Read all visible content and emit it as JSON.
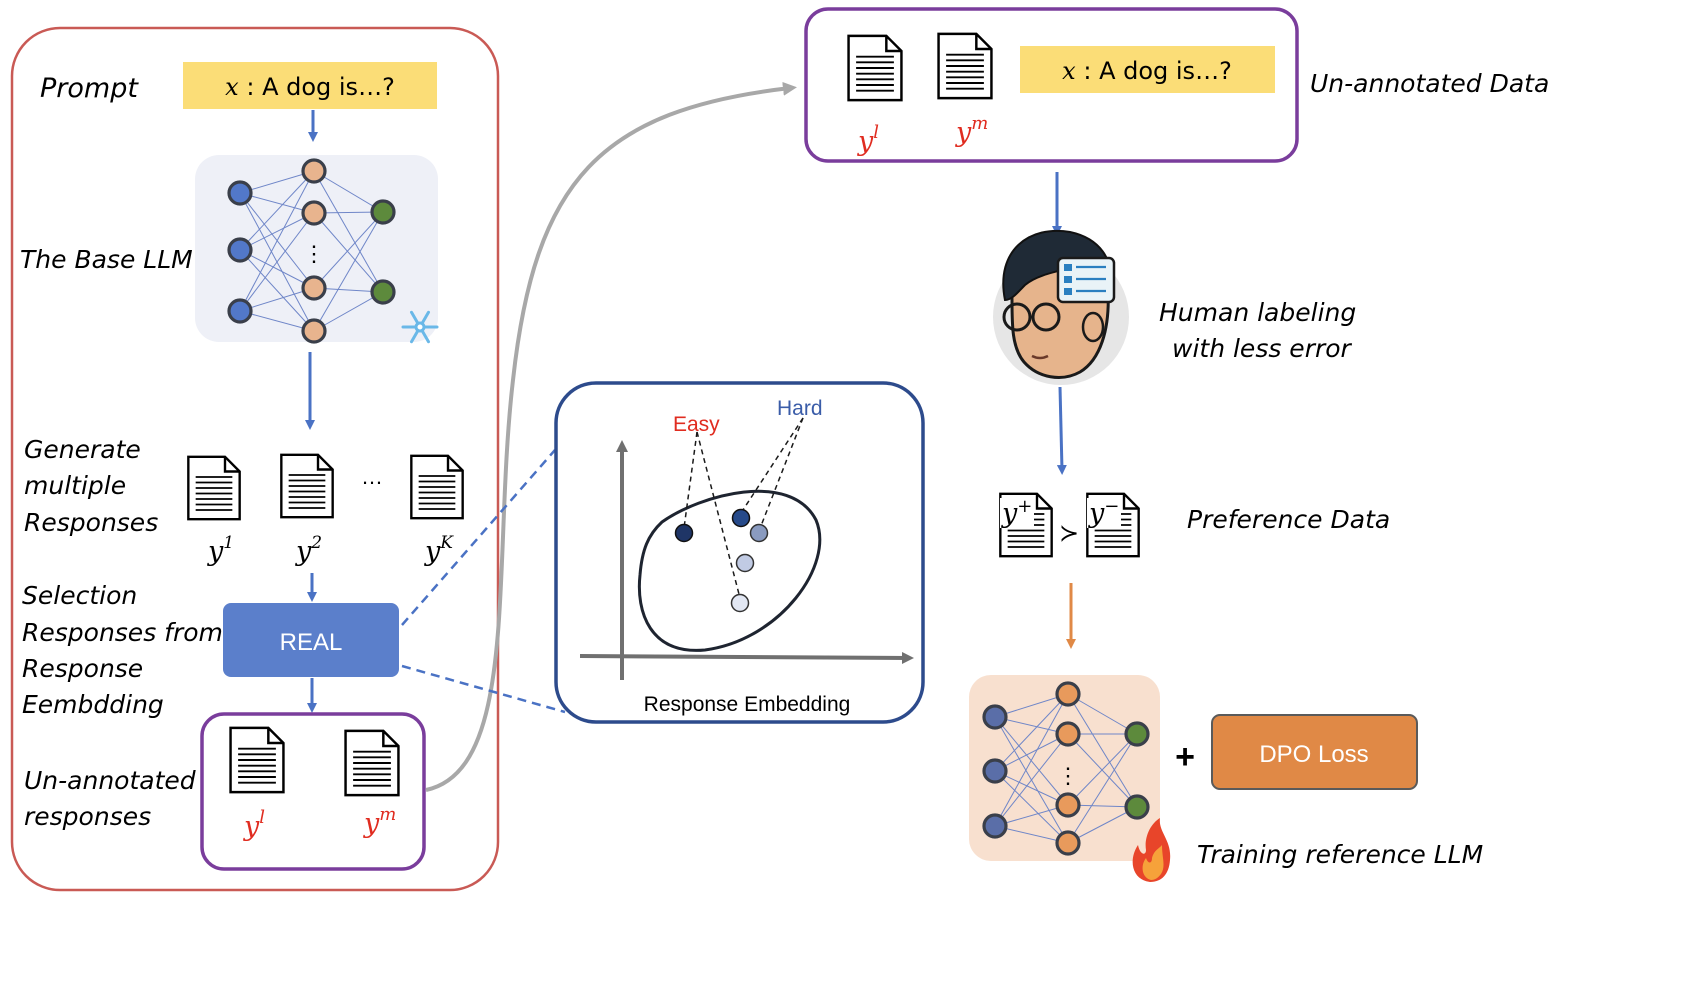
{
  "left_panel": {
    "prompt_label": "Prompt",
    "prompt_var": "x",
    "prompt_text": " : A dog is…?",
    "base_llm_label": "The Base LLM",
    "generate_label": [
      "Generate",
      "multiple",
      "Responses"
    ],
    "response_ellipsis": "…",
    "nn_ellipsis": "⋮",
    "responses": [
      {
        "base": "y",
        "sup": "1"
      },
      {
        "base": "y",
        "sup": "2"
      },
      {
        "base": "y",
        "sup": "K"
      }
    ],
    "selection_label": [
      "Selection",
      "Responses from",
      "Response",
      "Eembdding"
    ],
    "real_button": "REAL",
    "unannotated_label": [
      "Un-annotated",
      "responses"
    ],
    "selected": [
      {
        "base": "y",
        "sup": "l"
      },
      {
        "base": "y",
        "sup": "m"
      }
    ]
  },
  "embedding_panel": {
    "easy_label": "Easy",
    "hard_label": "Hard",
    "caption": "Response Embedding"
  },
  "right_panel": {
    "unannotated_data_label": "Un-annotated Data",
    "prompt_var": "x",
    "prompt_text": " : A dog is…?",
    "selected": [
      {
        "base": "y",
        "sup": "l"
      },
      {
        "base": "y",
        "sup": "m"
      }
    ],
    "human_label": [
      "Human labeling",
      "with less error"
    ],
    "preference_label": "Preference Data",
    "pref_left": {
      "base": "y",
      "sup": "+"
    },
    "pref_op": "≻",
    "pref_right": {
      "base": "y",
      "sup": "−"
    },
    "plus": "+",
    "dpo_button": "DPO Loss",
    "training_label": "Training reference LLM"
  },
  "colors": {
    "prompt_fill": "#fbdd77",
    "outer_border": "#c95a55",
    "purple_border": "#7a3d9c",
    "real_fill": "#5b7fcb",
    "dpo_fill": "#e08946",
    "blue_arrow": "#4a72c4",
    "orange_arrow": "#e08946",
    "red_text": "#e02c20",
    "hard_text": "#3a5ca8",
    "embed_border": "#2d4b8c"
  }
}
